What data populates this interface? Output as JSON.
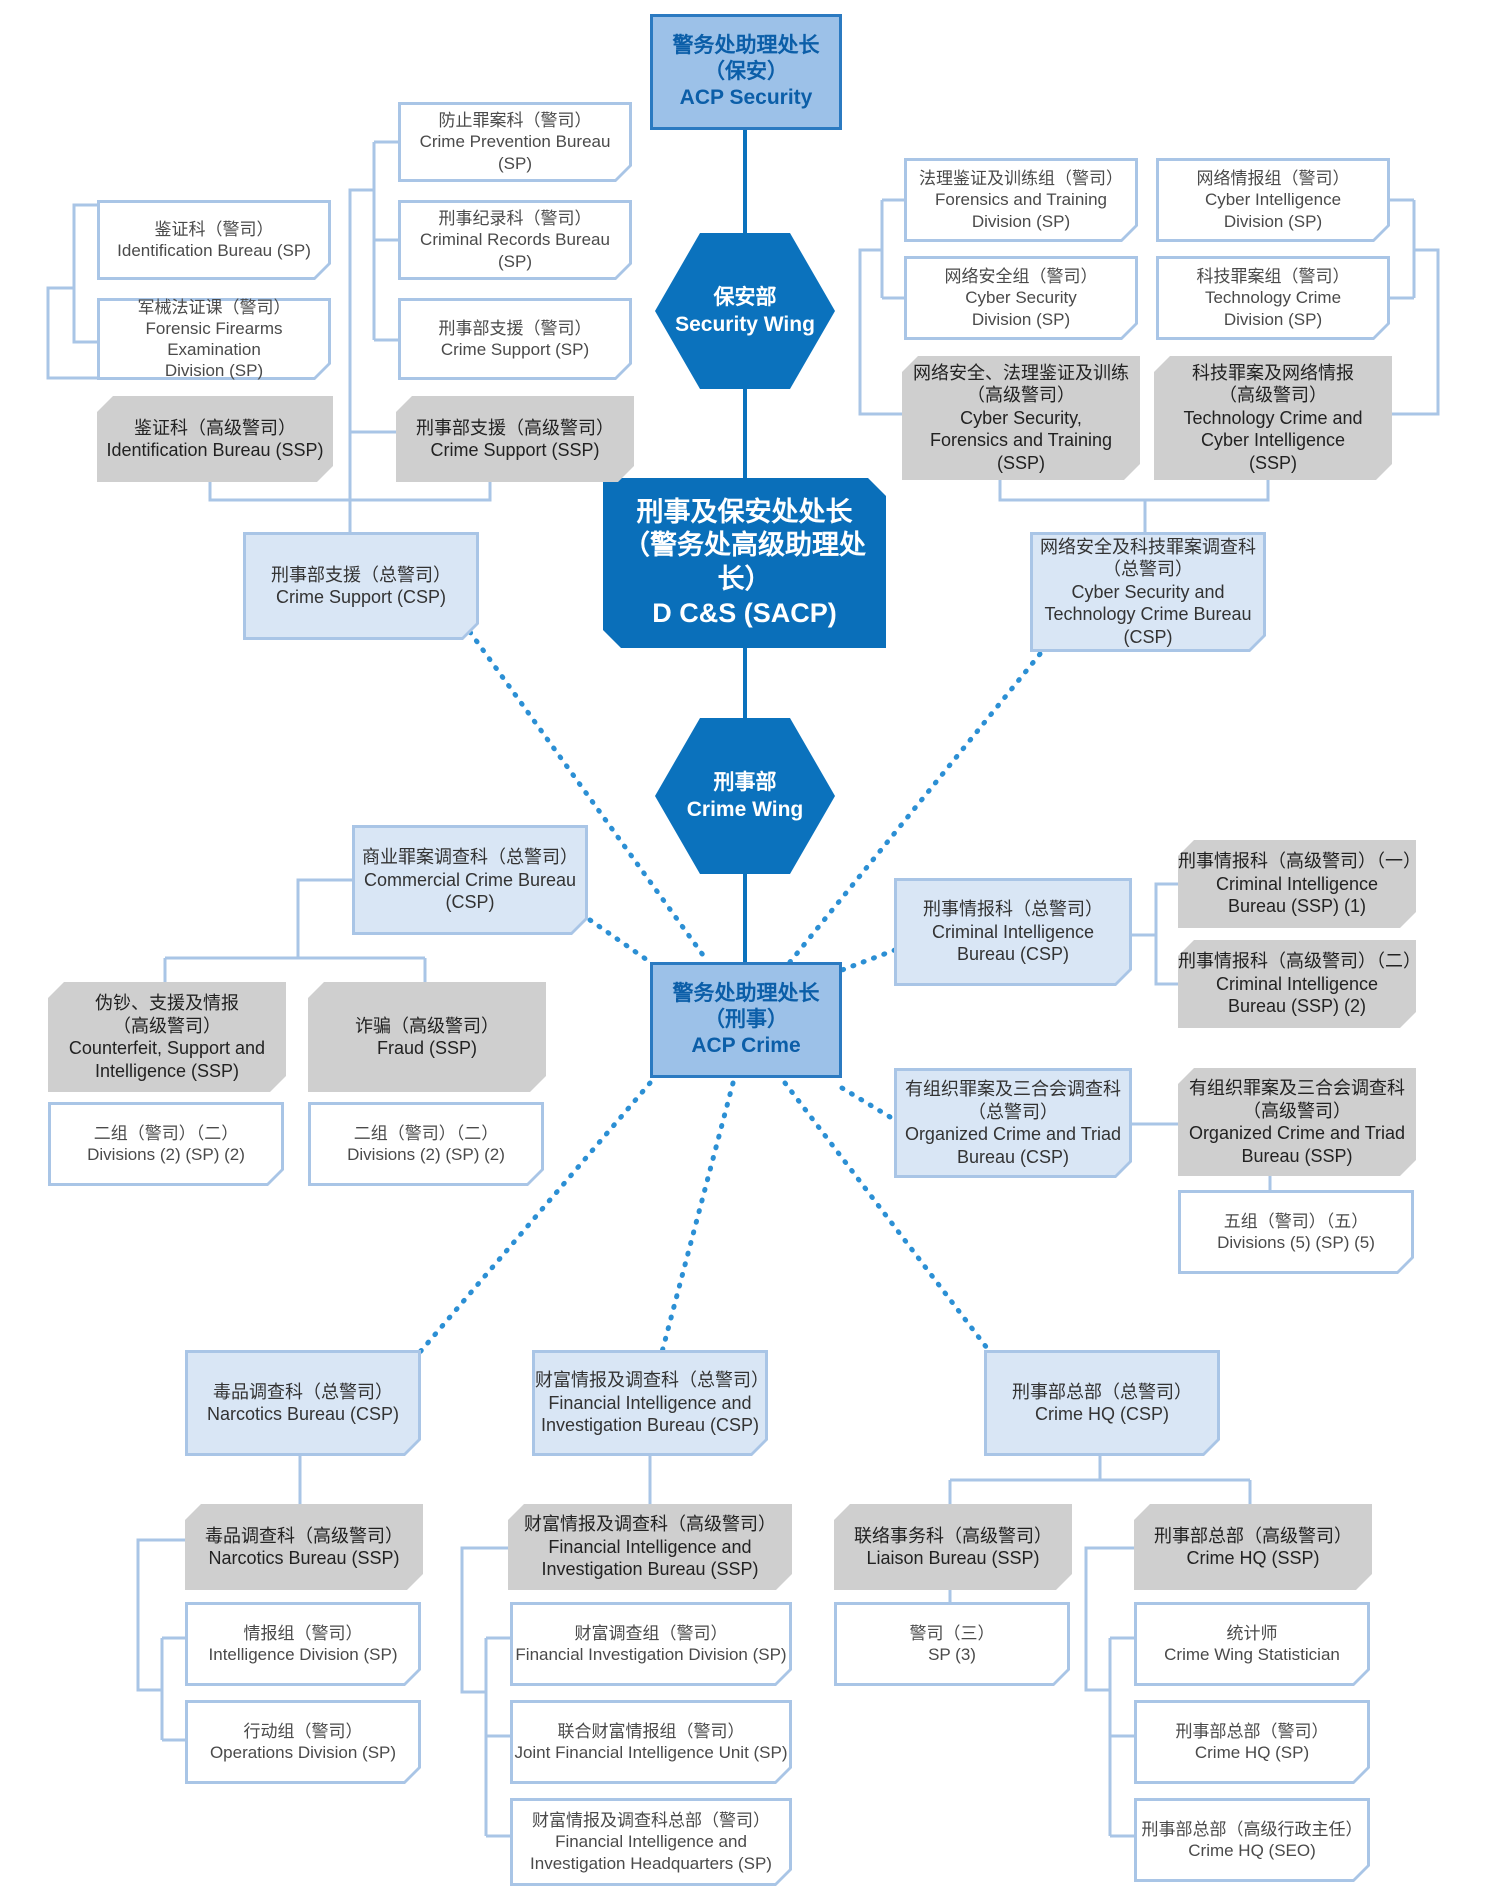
{
  "acp_security": {
    "zh1": "警务处助理处长",
    "zh2": "（保安）",
    "en": "ACP Security"
  },
  "security_wing": {
    "zh": "保安部",
    "en": "Security Wing"
  },
  "d_cs": {
    "zh1": "刑事及保安处处长",
    "zh2": "（警务处高级助理处长）",
    "en": "D C&S (SACP)"
  },
  "crime_wing": {
    "zh": "刑事部",
    "en": "Crime Wing"
  },
  "acp_crime": {
    "zh1": "警务处助理处长",
    "zh2": "（刑事）",
    "en": "ACP Crime"
  },
  "crime_prevention": {
    "zh": "防止罪案科（警司）",
    "en": "Crime Prevention Bureau (SP)"
  },
  "identification_sp": {
    "zh": "鉴证科（警司）",
    "en": "Identification Bureau (SP)"
  },
  "criminal_records": {
    "zh": "刑事纪录科（警司）",
    "en": "Criminal Records Bureau (SP)"
  },
  "firearms": {
    "zh": "军械法证课（警司）",
    "en1": "Forensic Firearms Examination",
    "en2": "Division (SP)"
  },
  "crime_support_sp": {
    "zh": "刑事部支援（警司）",
    "en": "Crime Support (SP)"
  },
  "identification_ssp": {
    "zh": "鉴证科（高级警司）",
    "en": "Identification Bureau (SSP)"
  },
  "crime_support_ssp": {
    "zh": "刑事部支援（高级警司）",
    "en": "Crime Support (SSP)"
  },
  "crime_support_csp": {
    "zh": "刑事部支援（总警司）",
    "en": "Crime Support (CSP)"
  },
  "forensics_training": {
    "zh": "法理鉴证及训练组（警司）",
    "en1": "Forensics and Training",
    "en2": "Division (SP)"
  },
  "cyber_intel": {
    "zh": "网络情报组（警司）",
    "en1": "Cyber Intelligence",
    "en2": "Division (SP)"
  },
  "cyber_security": {
    "zh": "网络安全组（警司）",
    "en1": "Cyber Security",
    "en2": "Division (SP)"
  },
  "tech_crime": {
    "zh": "科技罪案组（警司）",
    "en1": "Technology Crime",
    "en2": "Division (SP)"
  },
  "cyber_ssp": {
    "zh1": "网络安全、法理鉴证及训练",
    "zh2": "（高级警司）",
    "en1": "Cyber Security,",
    "en2": "Forensics and Training",
    "en3": "(SSP)"
  },
  "tech_ssp": {
    "zh1": "科技罪案及网络情报",
    "zh2": "（高级警司）",
    "en1": "Technology Crime and",
    "en2": "Cyber Intelligence",
    "en3": "(SSP)"
  },
  "cstcb": {
    "zh1": "网络安全及科技罪案调查科",
    "zh2": "（总警司）",
    "en1": "Cyber Security and",
    "en2": "Technology Crime Bureau",
    "en3": "(CSP)"
  },
  "ccb": {
    "zh": "商业罪案调查科（总警司）",
    "en1": "Commercial Crime Bureau",
    "en2": "(CSP)"
  },
  "counterfeit": {
    "zh1": "伪钞、支援及情报",
    "zh2": "（高级警司）",
    "en1": "Counterfeit, Support and",
    "en2": "Intelligence (SSP)"
  },
  "fraud": {
    "zh": "诈骗（高级警司）",
    "en": "Fraud (SSP)"
  },
  "div_left1": {
    "zh": "二组（警司）（二）",
    "en": "Divisions (2) (SP) (2)"
  },
  "div_left2": {
    "zh": "二组（警司）（二）",
    "en": "Divisions (2) (SP) (2)"
  },
  "cib_csp": {
    "zh": "刑事情报科（总警司）",
    "en1": "Criminal Intelligence",
    "en2": "Bureau (CSP)"
  },
  "cib_ssp1": {
    "zh": "刑事情报科（高级警司）（一）",
    "en1": "Criminal Intelligence",
    "en2": "Bureau (SSP) (1)"
  },
  "cib_ssp2": {
    "zh": "刑事情报科（高级警司）（二）",
    "en1": "Criminal Intelligence",
    "en2": "Bureau (SSP) (2)"
  },
  "octb_csp": {
    "zh1": "有组织罪案及三合会调查科",
    "zh2": "（总警司）",
    "en1": "Organized Crime and Triad",
    "en2": "Bureau (CSP)"
  },
  "octb_ssp": {
    "zh1": "有组织罪案及三合会调查科",
    "zh2": "（高级警司）",
    "en1": "Organized Crime and Triad",
    "en2": "Bureau (SSP)"
  },
  "octb_div": {
    "zh": "五组（警司）（五）",
    "en": "Divisions (5) (SP) (5)"
  },
  "narc_csp": {
    "zh": "毒品调查科（总警司）",
    "en": "Narcotics Bureau (CSP)"
  },
  "fiib_csp": {
    "zh": "财富情报及调查科（总警司）",
    "en1": "Financial Intelligence and",
    "en2": "Investigation Bureau (CSP)"
  },
  "hq_csp": {
    "zh": "刑事部总部（总警司）",
    "en": "Crime HQ (CSP)"
  },
  "narc_ssp": {
    "zh": "毒品调查科（高级警司）",
    "en": "Narcotics Bureau (SSP)"
  },
  "intel_div": {
    "zh": "情报组（警司）",
    "en": "Intelligence Division (SP)"
  },
  "ops_div": {
    "zh": "行动组（警司）",
    "en": "Operations Division (SP)"
  },
  "fiib_ssp": {
    "zh": "财富情报及调查科（高级警司）",
    "en1": "Financial Intelligence and",
    "en2": "Investigation Bureau (SSP)"
  },
  "fin_inv": {
    "zh": "财富调查组（警司）",
    "en": "Financial Investigation Division (SP)"
  },
  "jfiu": {
    "zh": "联合财富情报组（警司）",
    "en": "Joint Financial Intelligence Unit (SP)"
  },
  "fiihq": {
    "zh": "财富情报及调查科总部（警司）",
    "en1": "Financial Intelligence and",
    "en2": "Investigation Headquarters (SP)"
  },
  "liaison": {
    "zh": "联络事务科（高级警司）",
    "en": "Liaison Bureau (SSP)"
  },
  "sp3": {
    "zh": "警司（三）",
    "en": "SP (3)"
  },
  "hq_ssp": {
    "zh": "刑事部总部（高级警司）",
    "en": "Crime HQ (SSP)"
  },
  "statistician": {
    "zh": "统计师",
    "en": "Crime Wing Statistician"
  },
  "hq_sp": {
    "zh": "刑事部总部（警司）",
    "en": "Crime HQ (SP)"
  },
  "hq_seo": {
    "zh": "刑事部总部（高级行政主任）",
    "en": "Crime HQ (SEO)"
  },
  "colors": {
    "main_blue": "#0a6fba",
    "line_blue": "#a9c5e6",
    "dotted_blue": "#2b8fd4",
    "gray_fill": "#cfcfcf",
    "light_fill": "#d9e6f5"
  }
}
